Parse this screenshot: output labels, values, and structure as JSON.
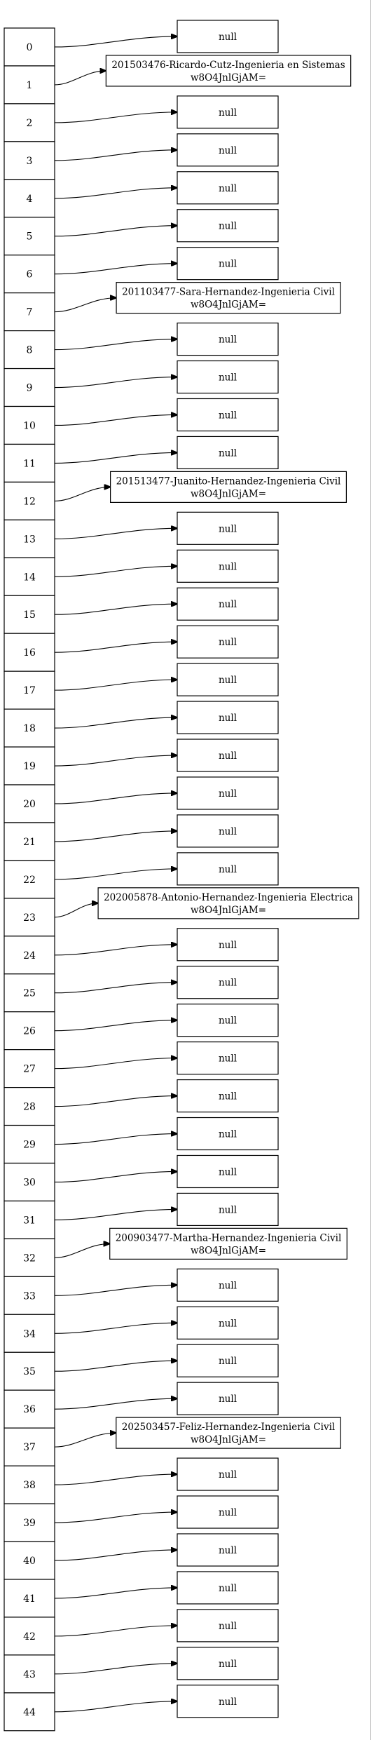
{
  "hash_table": {
    "buckets": [
      {
        "index": "0",
        "value": "null"
      },
      {
        "index": "1",
        "value": [
          "201503476-Ricardo-Cutz-Ingenieria en Sistemas",
          "w8O4JnlGjAM="
        ]
      },
      {
        "index": "2",
        "value": "null"
      },
      {
        "index": "3",
        "value": "null"
      },
      {
        "index": "4",
        "value": "null"
      },
      {
        "index": "5",
        "value": "null"
      },
      {
        "index": "6",
        "value": "null"
      },
      {
        "index": "7",
        "value": [
          "201103477-Sara-Hernandez-Ingenieria Civil",
          "w8O4JnlGjAM="
        ]
      },
      {
        "index": "8",
        "value": "null"
      },
      {
        "index": "9",
        "value": "null"
      },
      {
        "index": "10",
        "value": "null"
      },
      {
        "index": "11",
        "value": "null"
      },
      {
        "index": "12",
        "value": [
          "201513477-Juanito-Hernandez-Ingenieria Civil",
          "w8O4JnlGjAM="
        ]
      },
      {
        "index": "13",
        "value": "null"
      },
      {
        "index": "14",
        "value": "null"
      },
      {
        "index": "15",
        "value": "null"
      },
      {
        "index": "16",
        "value": "null"
      },
      {
        "index": "17",
        "value": "null"
      },
      {
        "index": "18",
        "value": "null"
      },
      {
        "index": "19",
        "value": "null"
      },
      {
        "index": "20",
        "value": "null"
      },
      {
        "index": "21",
        "value": "null"
      },
      {
        "index": "22",
        "value": "null"
      },
      {
        "index": "23",
        "value": [
          "202005878-Antonio-Hernandez-Ingenieria Electrica",
          "w8O4JnlGjAM="
        ]
      },
      {
        "index": "24",
        "value": "null"
      },
      {
        "index": "25",
        "value": "null"
      },
      {
        "index": "26",
        "value": "null"
      },
      {
        "index": "27",
        "value": "null"
      },
      {
        "index": "28",
        "value": "null"
      },
      {
        "index": "29",
        "value": "null"
      },
      {
        "index": "30",
        "value": "null"
      },
      {
        "index": "31",
        "value": "null"
      },
      {
        "index": "32",
        "value": [
          "200903477-Martha-Hernandez-Ingenieria Civil",
          "w8O4JnlGjAM="
        ]
      },
      {
        "index": "33",
        "value": "null"
      },
      {
        "index": "34",
        "value": "null"
      },
      {
        "index": "35",
        "value": "null"
      },
      {
        "index": "36",
        "value": "null"
      },
      {
        "index": "37",
        "value": [
          "202503457-Feliz-Hernandez-Ingenieria Civil",
          "w8O4JnlGjAM="
        ]
      },
      {
        "index": "38",
        "value": "null"
      },
      {
        "index": "39",
        "value": "null"
      },
      {
        "index": "40",
        "value": "null"
      },
      {
        "index": "41",
        "value": "null"
      },
      {
        "index": "42",
        "value": "null"
      },
      {
        "index": "43",
        "value": "null"
      },
      {
        "index": "44",
        "value": "null"
      }
    ]
  }
}
